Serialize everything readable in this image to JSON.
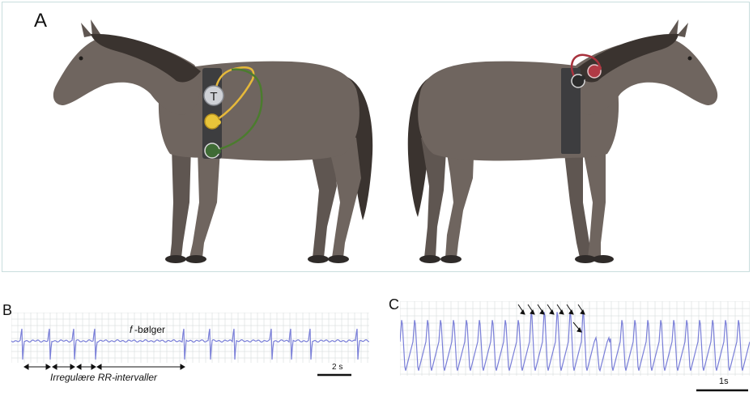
{
  "panels": {
    "a": {
      "label": "A"
    },
    "b": {
      "label": "B",
      "annotation_f": "f",
      "annotation_waves": "-bølger",
      "rr_label": "Irregulære RR-intervaller",
      "scale_label": "2 s"
    },
    "c": {
      "label": "C",
      "scale_label": "1s"
    }
  },
  "electrodes": {
    "left_horse": [
      {
        "icon": "t-electrode-icon",
        "text": "T",
        "color": "#cfd1d6"
      },
      {
        "icon": "yellow-electrode-icon",
        "color": "#e8c43a"
      },
      {
        "icon": "green-electrode-icon",
        "color": "#3f6b35"
      }
    ],
    "right_horse": [
      {
        "icon": "black-electrode-icon",
        "color": "#2b2b2b"
      },
      {
        "icon": "red-electrode-icon",
        "color": "#b13a45"
      }
    ]
  },
  "colors": {
    "horse_body": "#6f655f",
    "horse_mane": "#3a332f",
    "girth_band": "#3d3d3f",
    "ecg_trace": "#7a7fd8",
    "ecg_grid": "#cfd6d6",
    "yellow_wire": "#e6b93a",
    "green_wire": "#4b7c2e",
    "red_wire": "#a8323d"
  }
}
